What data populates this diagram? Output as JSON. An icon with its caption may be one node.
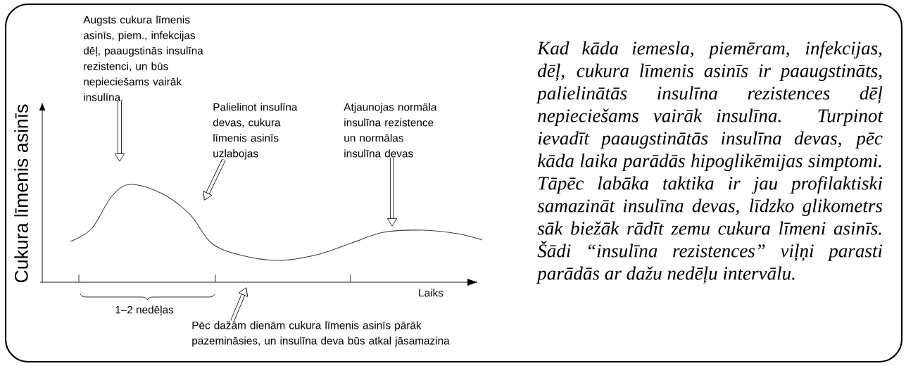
{
  "diagram": {
    "nodes": [
      {
        "text": [
          "Augsts cukura līmenis asinīs, piem., infekcijas dēļ, paaugstinās insulīna rezistenci, un būs nepieciešams vairāk insulīna."
        ]
      },
      {
        "text": [
          "Palielinot insulīna devas, cukura līmenis asinīs uzlabojas"
        ]
      },
      {
        "text": [
          "Atjaunojas normāla insulīna rezistence un normālas insulīna devas"
        ]
      },
      {
        "text": [
          "Pēc dažām dienām cukura līmenis asinīs pārāk pazemināsies, un insulīna deva būs atkal jāsamazina"
        ]
      }
    ],
    "edges": [
      {
        "from": 0,
        "to": null,
        "arrow": "to"
      },
      {
        "from": 1,
        "to": null,
        "arrow": "to"
      },
      {
        "from": 2,
        "to": null,
        "arrow": "to"
      },
      {
        "from": 3,
        "to": null,
        "arrow": "to"
      }
    ],
    "labels": [
      "Cukura līmenis asinīs",
      "Laiks",
      "1–2 nedēļas",
      "Kad kāda iemesla, piemēram, infekcijas, dēļ, cukura līmenis asinīs ir paaugstināts, palielinātās insulīna rezistences dēļ nepieciešams vairāk insulīna. Turpinot ievadīt paaugstinātās insulīna devas, pēc kāda laika parādās hipoglikēmijas simptomi. Tāpēc labāka taktika ir jau profilaktiski samazināt insulīna devas, līdzko glikometrs sāk biežāk rādīt zemu cukura līmeni asinīs. Šādi “insulīna rezistences” viļņi parasti parādās ar dažu nedēļu intervālu."
    ]
  }
}
